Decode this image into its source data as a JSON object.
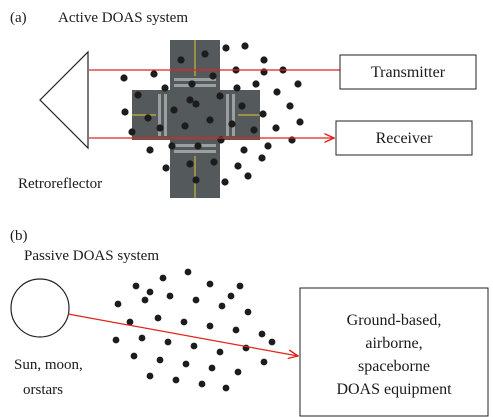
{
  "panel_a": {
    "tag": "(a)",
    "title": "Active DOAS system",
    "transmitter": "Transmitter",
    "receiver": "Receiver",
    "retroreflector": "Retroreflector"
  },
  "panel_b": {
    "tag": "(b)",
    "title": "Passive DOAS system",
    "light_source": [
      "Sun, moon,",
      "orstars"
    ],
    "equipment": [
      "Ground-based,",
      "airborne,",
      "spaceborne",
      "DOAS equipment"
    ]
  },
  "colors": {
    "ray": "#e2231a",
    "particle": "#1c1c1c",
    "road": "#555a5c"
  }
}
